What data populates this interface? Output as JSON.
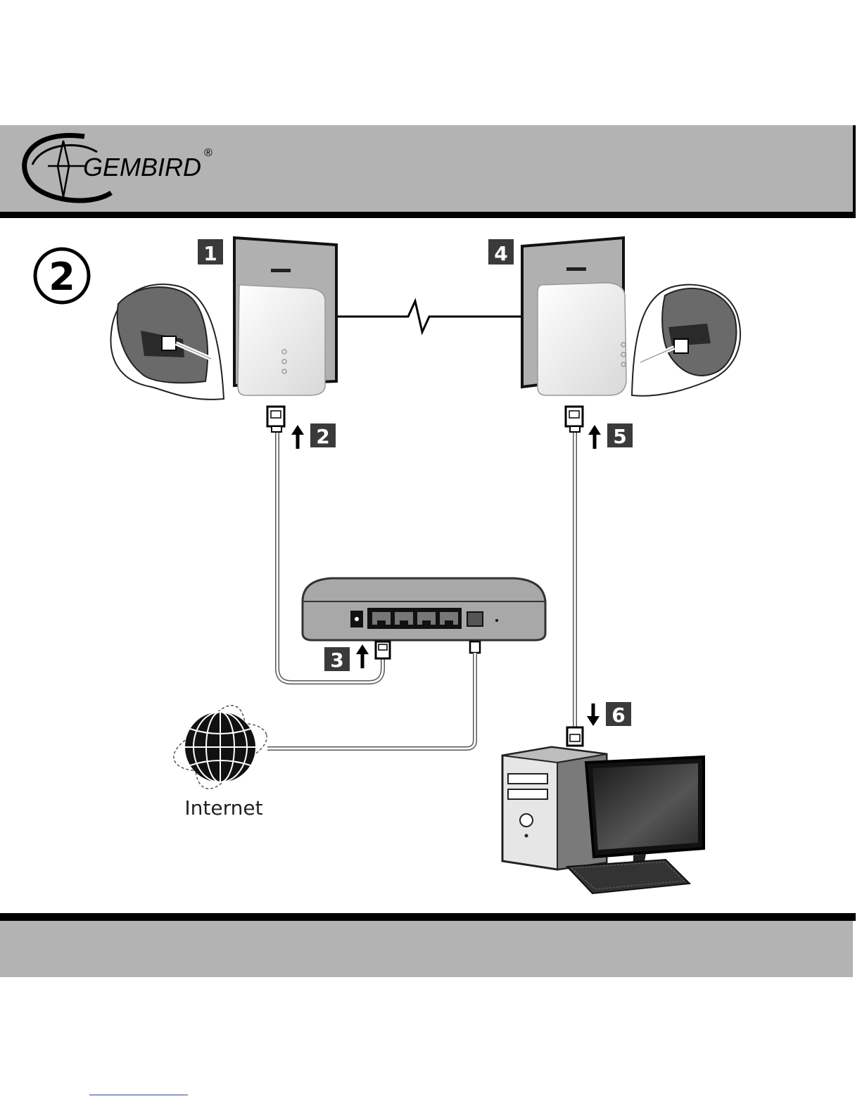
{
  "brand": {
    "name": "GEMBIRD",
    "registered_mark": "®"
  },
  "step_indicator": "2",
  "labels": {
    "adapter_a": "1",
    "cable_up_a": "2",
    "router_lan": "3",
    "adapter_b": "4",
    "cable_up_b": "5",
    "cable_down_pc": "6"
  },
  "internet_label": "Internet",
  "colors": {
    "band": "#b3b3b3",
    "rule": "#000000",
    "badge": "#3a3a3a"
  }
}
